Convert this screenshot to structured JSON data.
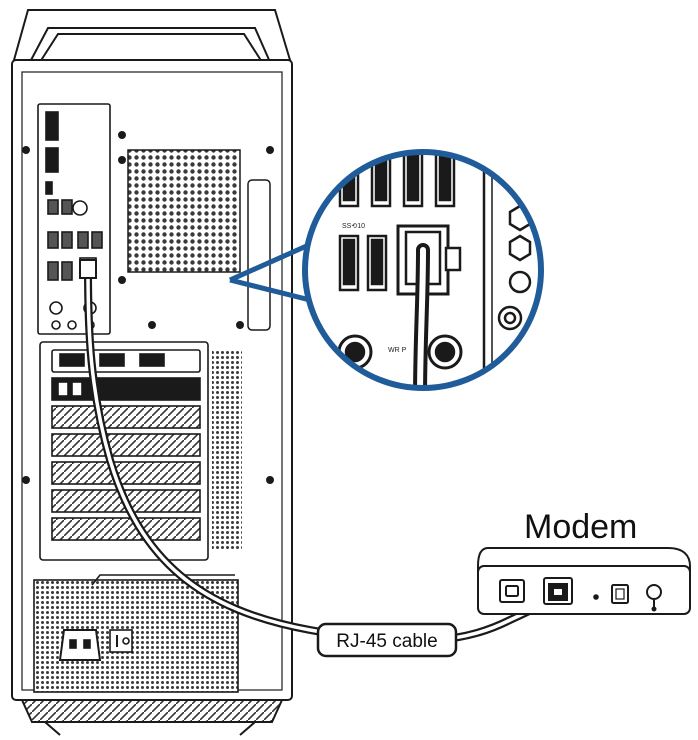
{
  "labels": {
    "modem": "Modem",
    "cable": "RJ-45 cable",
    "usb_mark": "SS⟲10",
    "port_mark": "WR P"
  },
  "colors": {
    "line": "#1a1a1a",
    "zoom_ring": "#1f5c99",
    "background": "#ffffff",
    "vent": "#3a3a3a"
  },
  "icons": {
    "power_socket": "power-socket-icon",
    "power_switch": "power-switch-icon",
    "ethernet_port": "ethernet-port-icon",
    "phone_port": "phone-port-icon"
  }
}
